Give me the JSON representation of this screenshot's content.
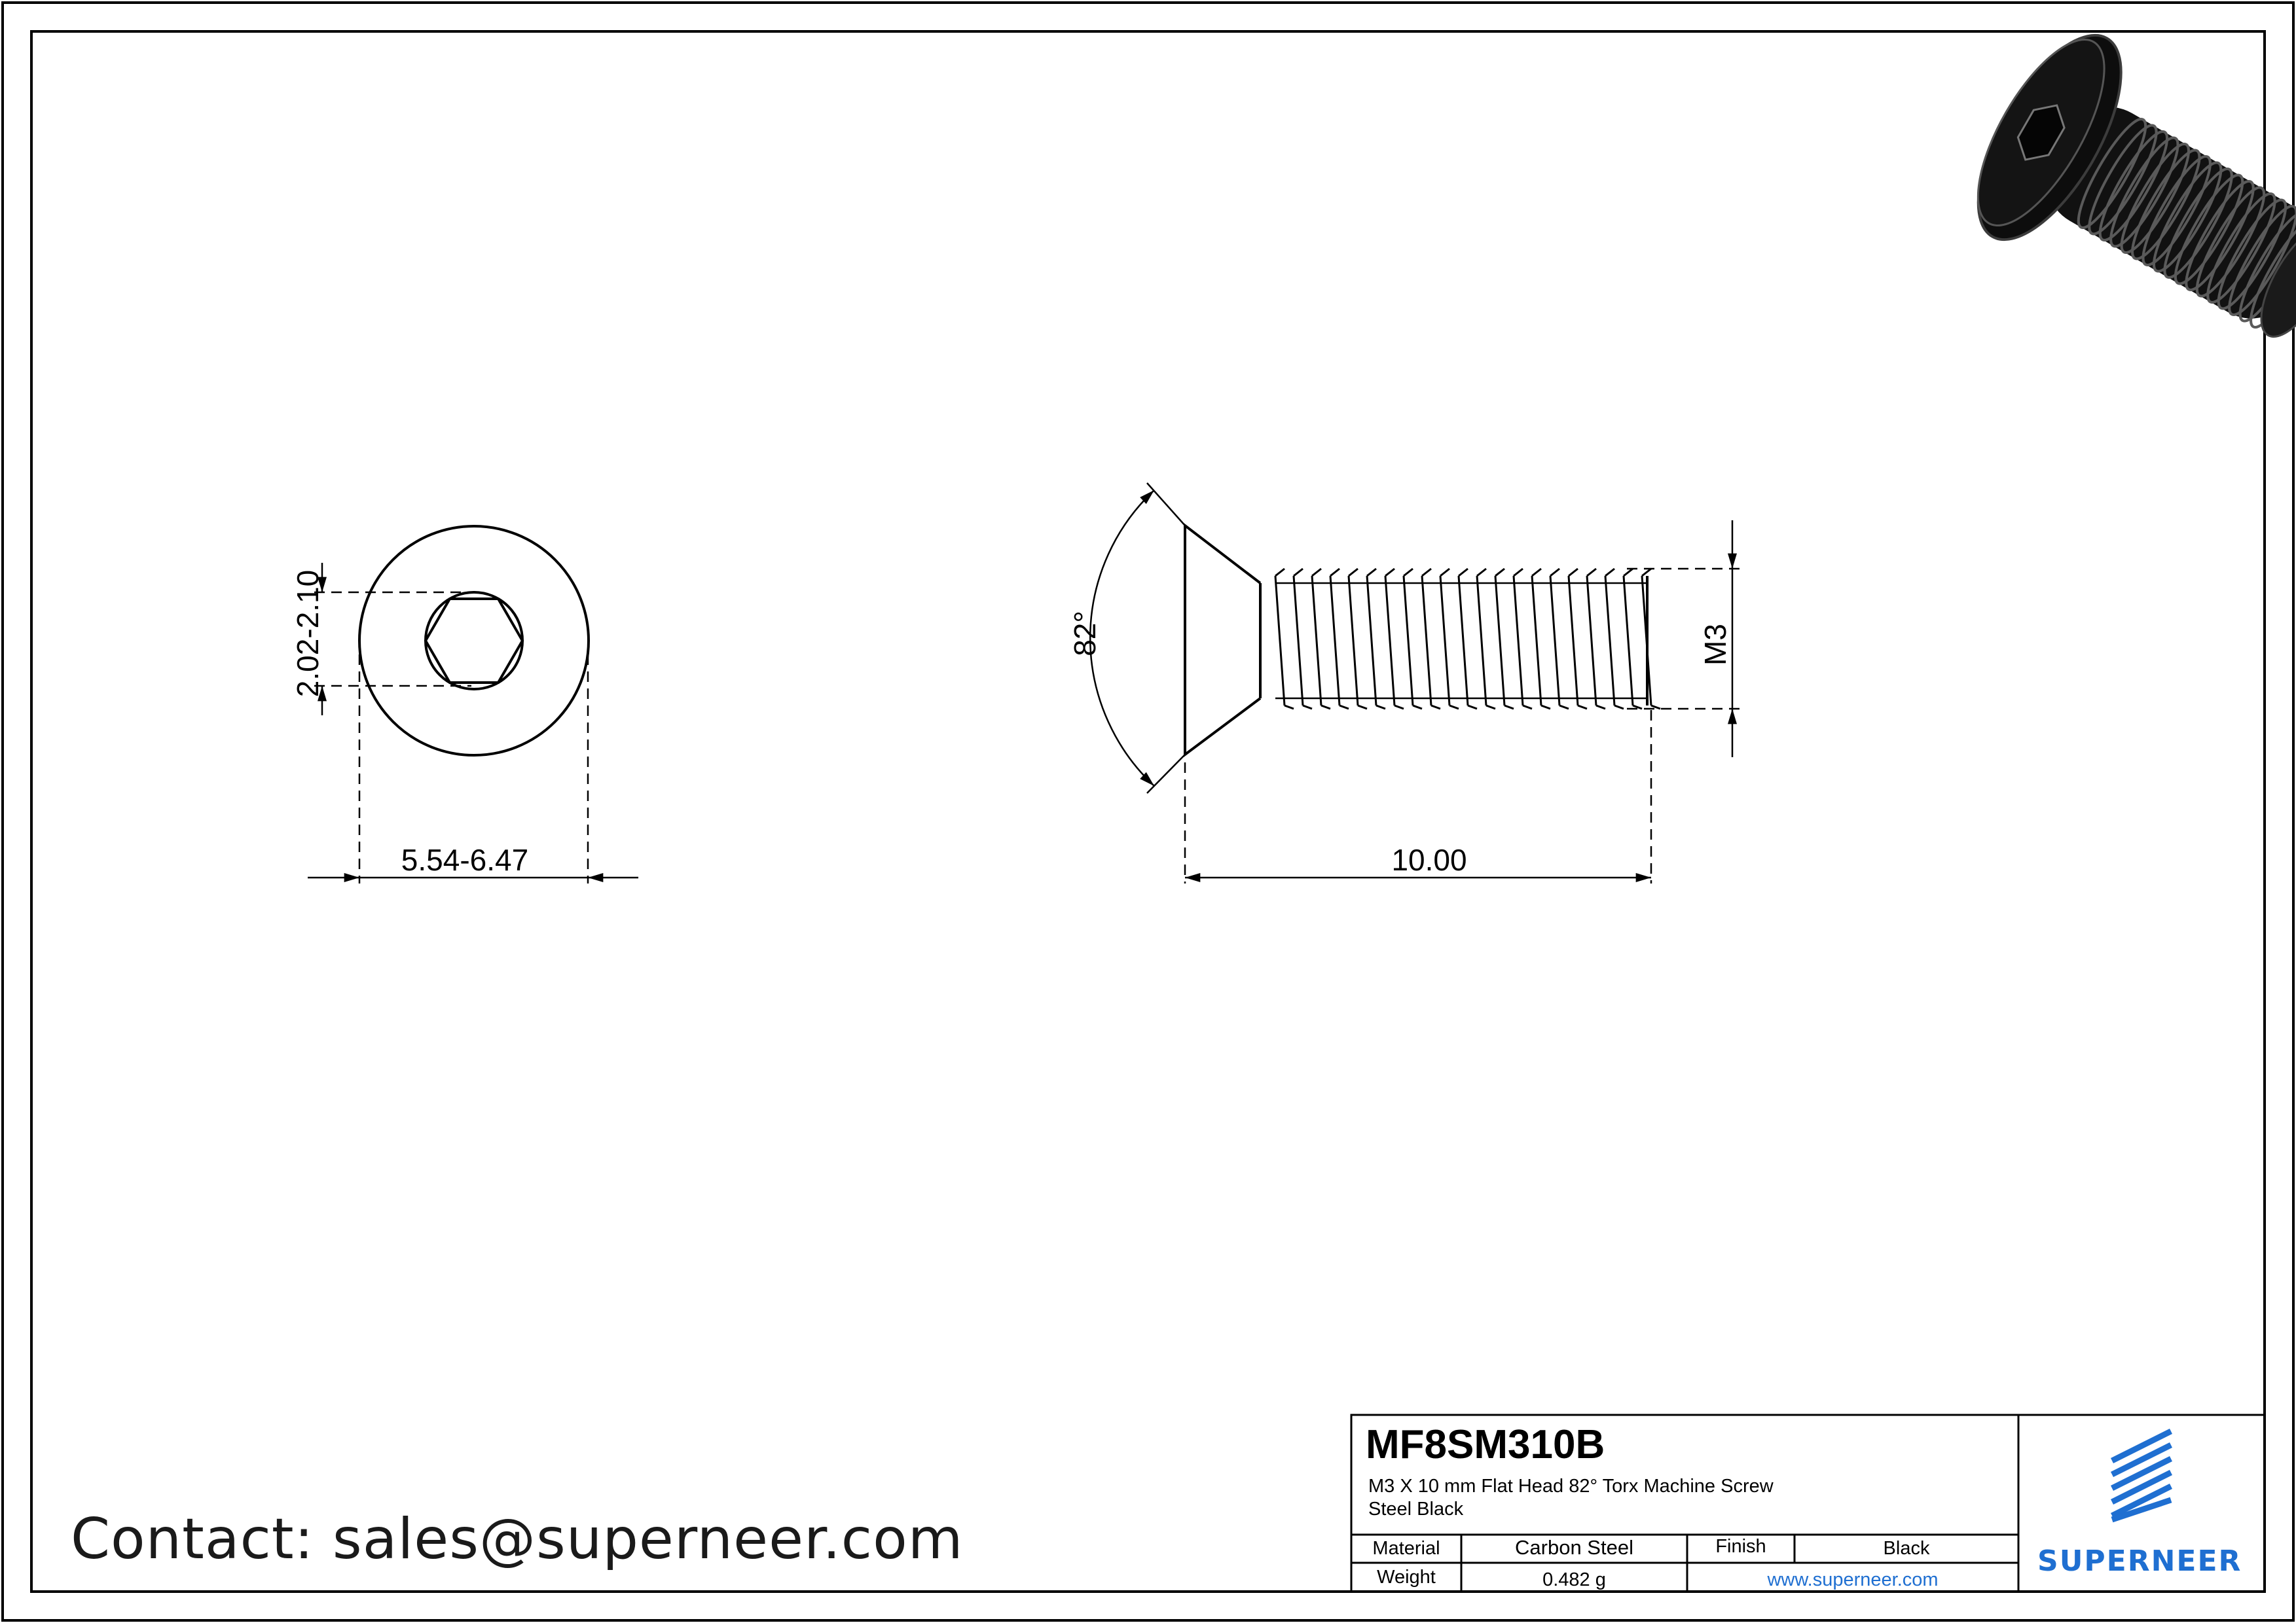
{
  "part_number": "MF8SM310B",
  "description_line1": "M3 X 10 mm  Flat Head 82° Torx Machine Screw",
  "description_line2": "Steel Black",
  "material_label": "Material",
  "material_value": "Carbon Steel",
  "finish_label": "Finish",
  "finish_value": "Black",
  "weight_label": "Weight",
  "weight_value": "0.482 g",
  "website": "www.superneer.com",
  "brand_name": "SUPERNEER",
  "contact": "Contact: sales@superneer.com",
  "dimensions": {
    "socket_size": "2.02-2.10",
    "head_diameter": "5.54-6.47",
    "head_angle": "82°",
    "length": "10.00",
    "thread": "M3"
  },
  "colors": {
    "brand_blue": "#1f6fd1",
    "line": "#000000",
    "render_body": "#0d0d0d"
  },
  "icons": [
    "superneer-logo-icon",
    "screw-3d-render-icon"
  ]
}
